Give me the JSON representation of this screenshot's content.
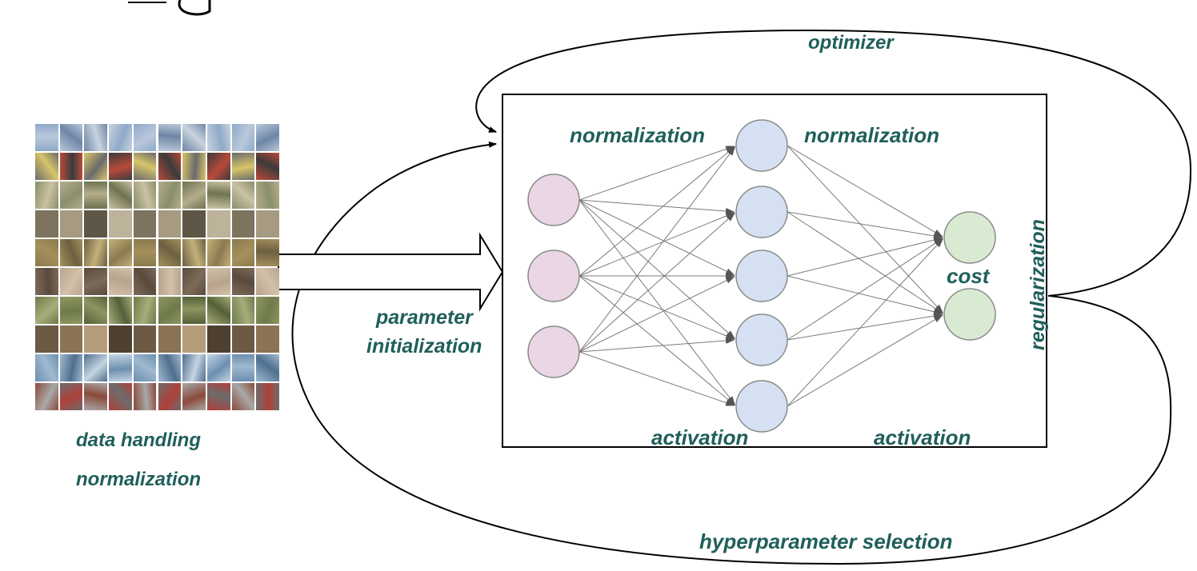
{
  "labels": {
    "optimizer": "optimizer",
    "normalization_left": "normalization",
    "normalization_right": "normalization",
    "parameter": "parameter",
    "initialization": "initialization",
    "cost": "cost",
    "regularization": "regularization",
    "activation_left": "activation",
    "activation_right": "activation",
    "data_handling": "data handling",
    "data_normalization": "normalization",
    "hyperparameter_selection": "hyperparameter selection"
  },
  "colors": {
    "label_text": "#1f5f5a",
    "input_node_fill": "#ead6e4",
    "hidden_node_fill": "#d6e0f3",
    "output_node_fill": "#d9ead3",
    "node_stroke": "#8a8a8a",
    "edge_stroke": "#7a7a7a",
    "frame_stroke": "#000000"
  },
  "network": {
    "layers": [
      {
        "name": "input",
        "node_count": 3
      },
      {
        "name": "hidden",
        "node_count": 5
      },
      {
        "name": "output",
        "node_count": 2
      }
    ]
  },
  "image_grid": {
    "rows": 10,
    "cols": 10
  }
}
